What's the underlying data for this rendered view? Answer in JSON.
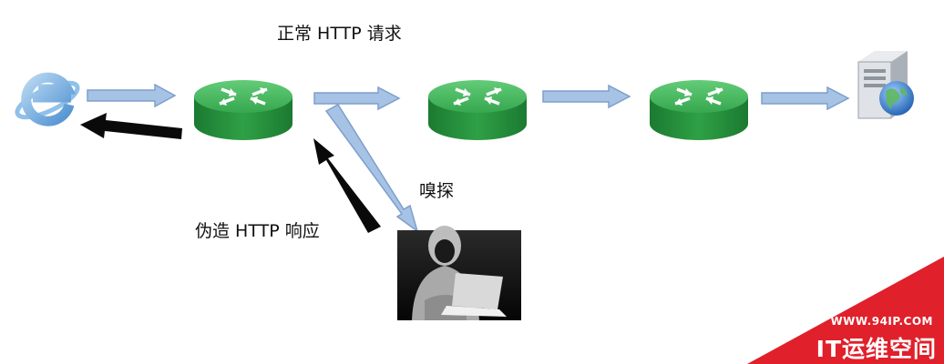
{
  "labels": {
    "normal_request": "正常 HTTP 请求",
    "sniff": "嗅探",
    "forged_response": "伪造 HTTP 响应"
  },
  "watermark": {
    "url": "WWW.94IP.COM",
    "brand": "IT运维空间"
  },
  "nodes": {
    "browser": "ie-browser-icon",
    "routers": [
      "router-1",
      "router-2",
      "router-3"
    ],
    "server": "web-server-icon",
    "attacker": "hooded-attacker-photo"
  },
  "colors": {
    "router_green": "#2fa046",
    "arrow_blue": "#9cb8dc",
    "attack_arrow": "#0a0a0a",
    "watermark_red": "#e0202a"
  }
}
